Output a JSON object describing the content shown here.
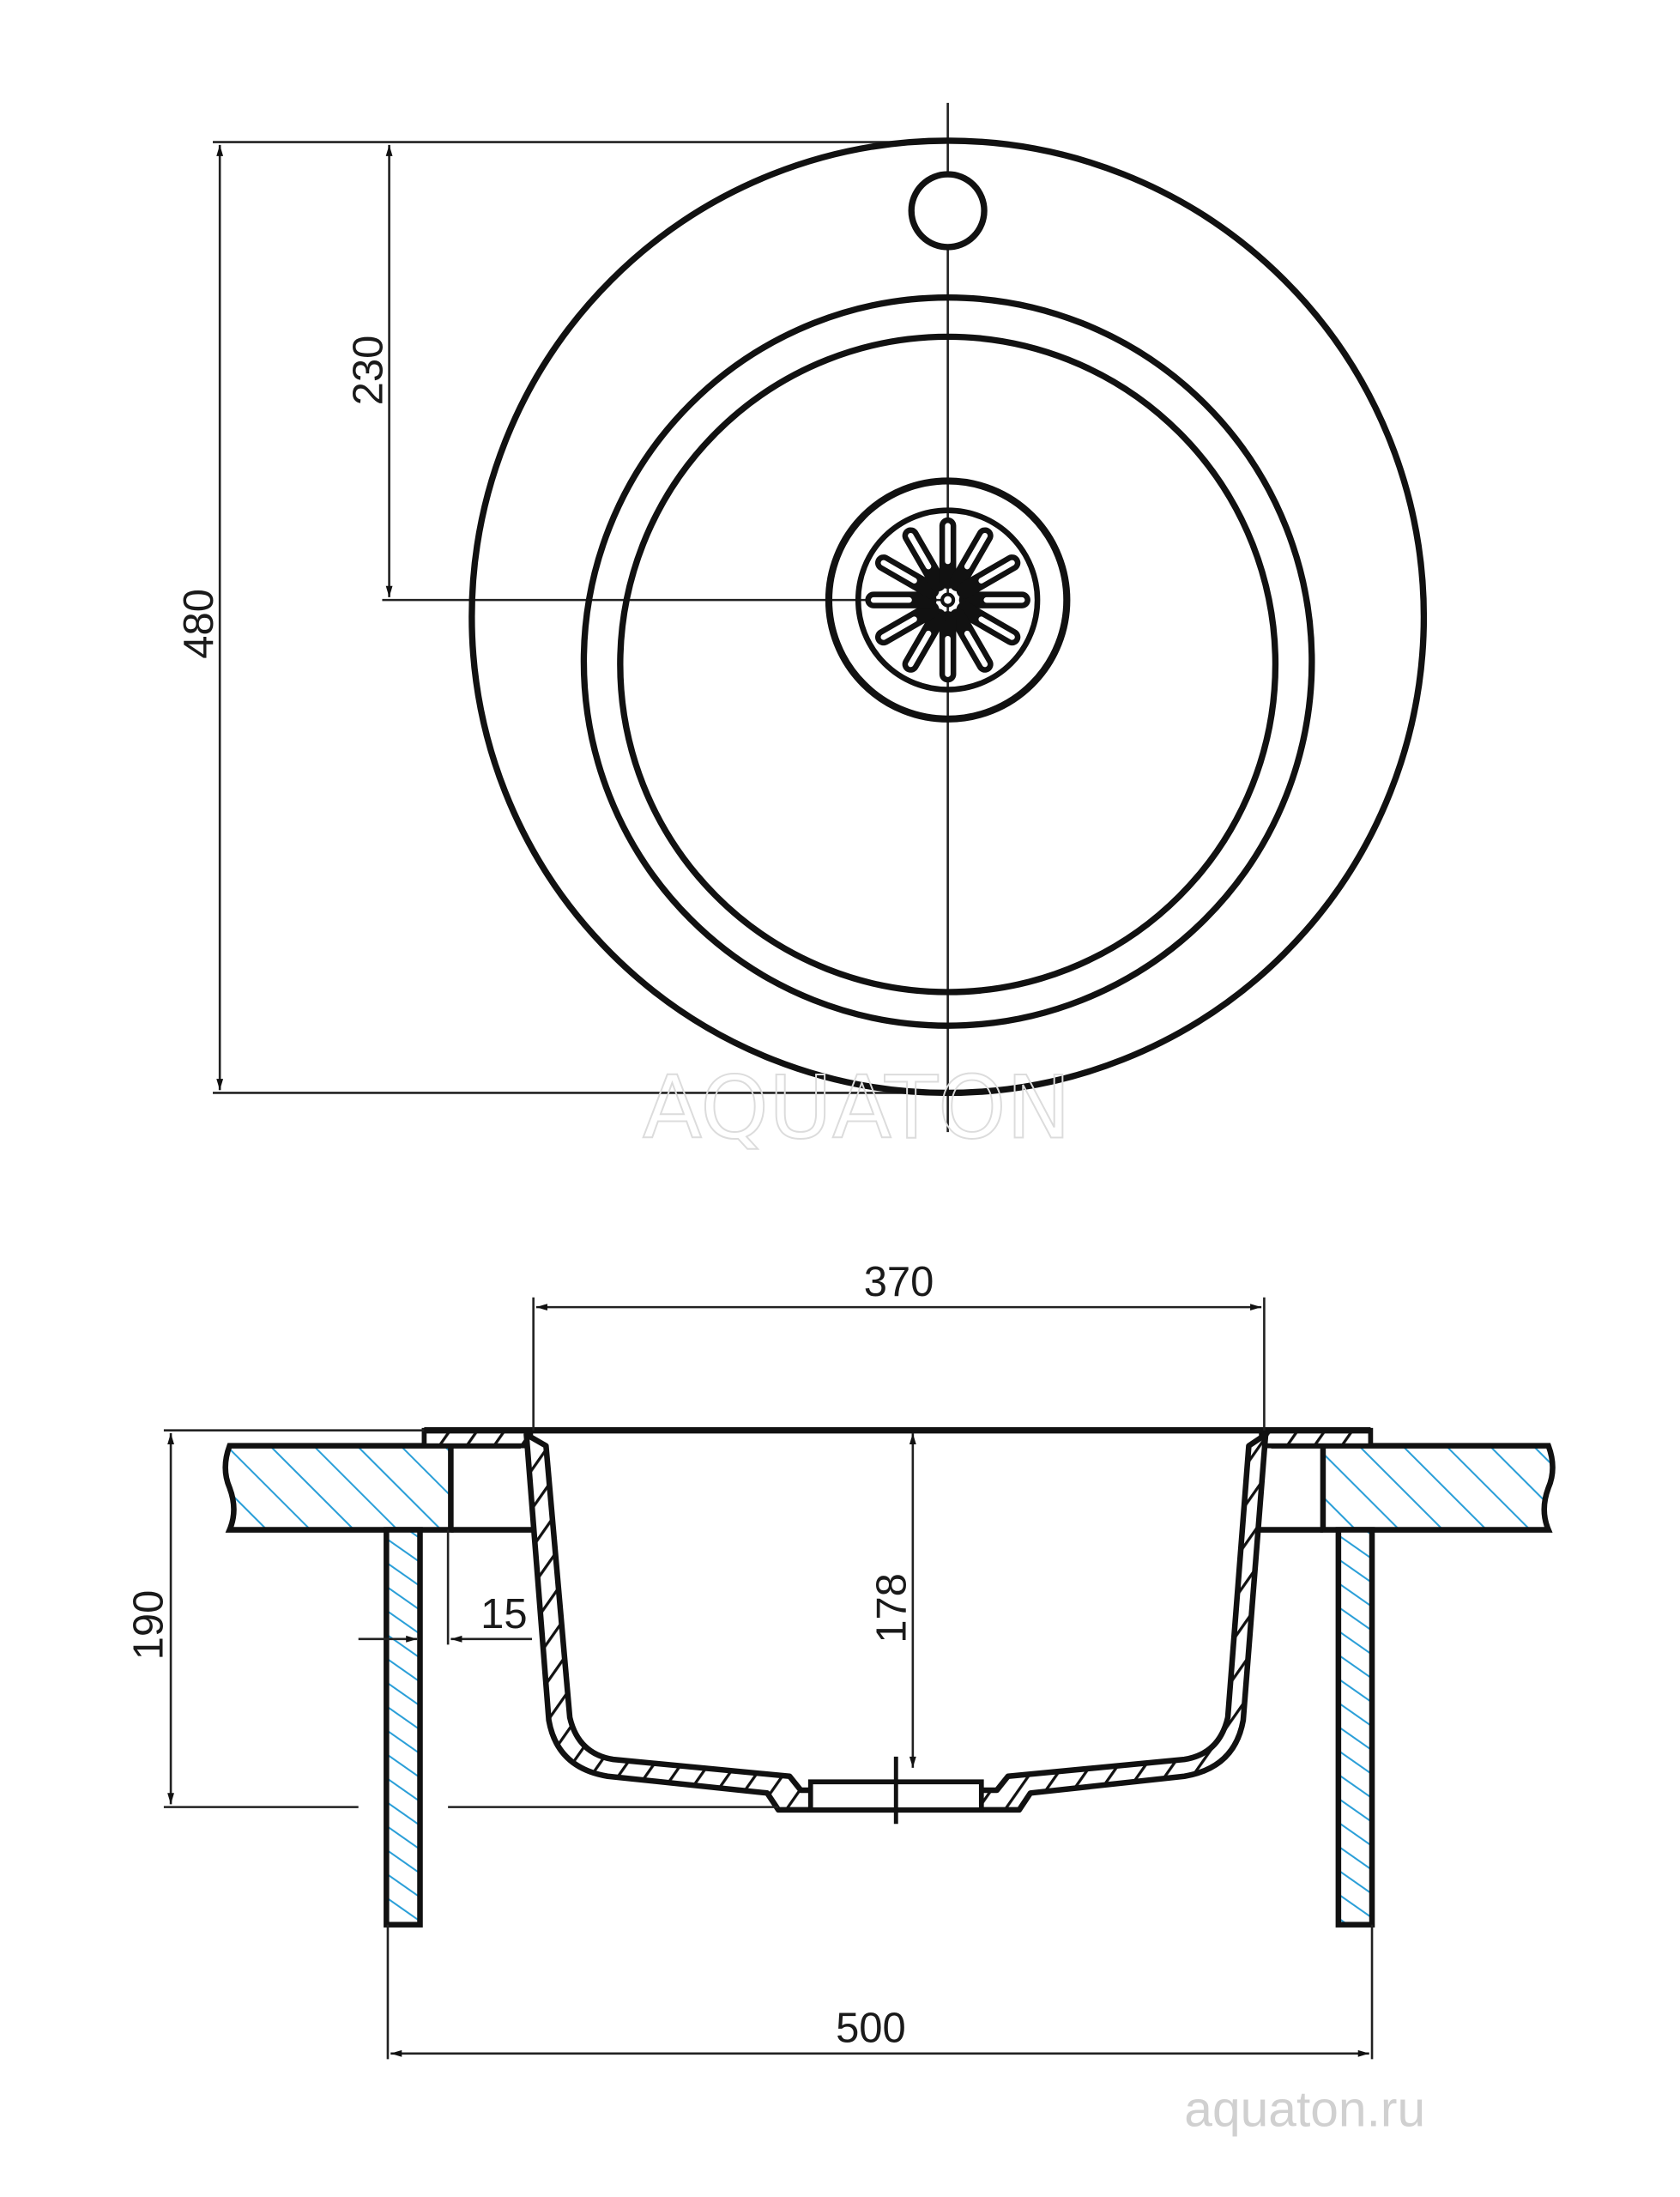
{
  "top_view": {
    "dimensions": {
      "overall_depth": "480",
      "tap_hole_to_drain": "230"
    },
    "watermark": "AQUATON",
    "drain_petal_count": 12
  },
  "section_view": {
    "dimensions": {
      "bowl_width": "370",
      "bowl_depth": "178",
      "total_height": "190",
      "wall_gap": "15",
      "cabinet_width": "500"
    }
  },
  "footer": {
    "site": "aquaton.ru"
  },
  "colors": {
    "line": "#111111",
    "hatch_blue": "#2a9fd8",
    "watermark": "#d0d0d0"
  }
}
